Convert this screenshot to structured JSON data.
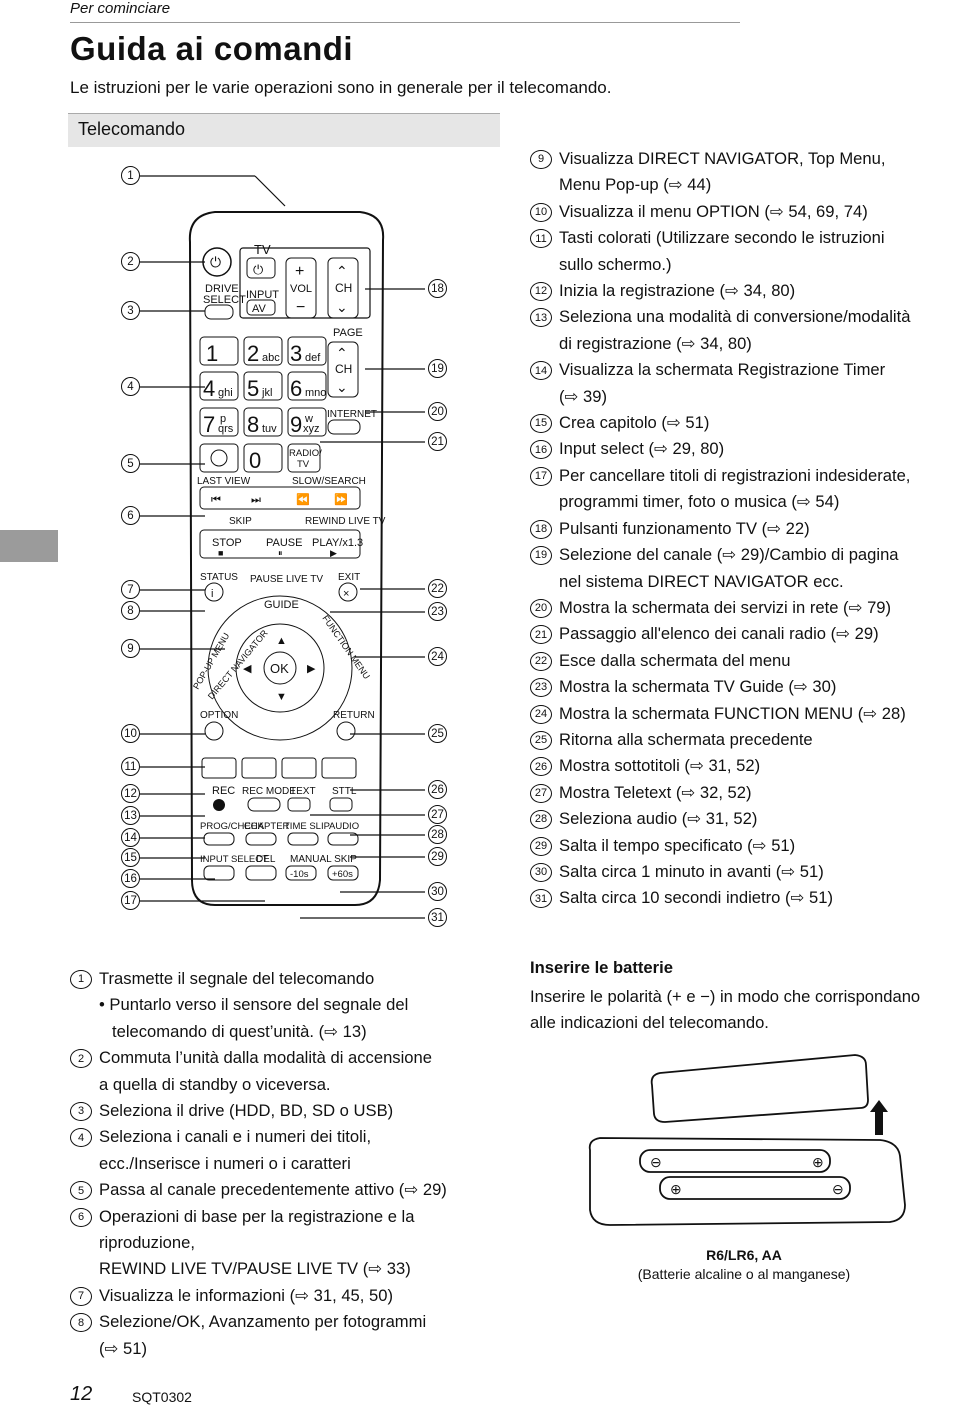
{
  "header": {
    "section": "Per cominciare",
    "title": "Guida ai comandi",
    "intro": "Le istruzioni per le varie operazioni sono in generale per il telecomando."
  },
  "section_title": "Telecomando",
  "remote": {
    "buttons": {
      "tv": "TV",
      "input": "INPUT",
      "av": "AV",
      "vol": "VOL",
      "ch": "CH",
      "drive": "DRIVE",
      "select": "SELECT",
      "page": "PAGE",
      "k1": "1",
      "k2": "2",
      "k2s": "abc",
      "k3": "3",
      "k3s": "def",
      "k4": "4",
      "k4s": "ghi",
      "k5": "5",
      "k5s": "jkl",
      "k6": "6",
      "k6s": "mno",
      "k7": "7",
      "k7s1": "p",
      "k7s2": "qrs",
      "k8": "8",
      "k8s": "tuv",
      "k9": "9",
      "k9s1": "w",
      "k9s2": "xyz",
      "k0": "0",
      "internet": "INTERNET",
      "radio": "RADIO/",
      "radio2": "TV",
      "last_view": "LAST VIEW",
      "slow_search": "SLOW/SEARCH",
      "skip": "SKIP",
      "rewind_live": "REWIND LIVE TV",
      "stop": "STOP",
      "pause": "PAUSE",
      "play": "PLAY/x1.3",
      "status": "STATUS",
      "pause_live": "PAUSE LIVE TV",
      "exit": "EXIT",
      "guide": "GUIDE",
      "popup_menu": "POP-UP MENU",
      "direct_nav": "DIRECT NAVIGATOR",
      "function_menu": "FUNCTION MENU",
      "ok": "OK",
      "option": "OPTION",
      "return": "RETURN",
      "rec": "REC",
      "rec_mode": "REC MODE",
      "text": "TEXT",
      "sttl": "STTL",
      "prog_check": "PROG/CHECK",
      "chapter": "CHAPTER",
      "time_slip": "TIME SLIP",
      "audio": "AUDIO",
      "input_select": "INPUT SELECT",
      "del": "DEL",
      "manual_skip": "MANUAL SKIP",
      "minus10": "-10s",
      "plus60": "+60s"
    },
    "callouts": [
      "1",
      "2",
      "3",
      "4",
      "5",
      "6",
      "7",
      "8",
      "9",
      "10",
      "11",
      "12",
      "13",
      "14",
      "15",
      "16",
      "17",
      "18",
      "19",
      "20",
      "21",
      "22",
      "23",
      "24",
      "25",
      "26",
      "27",
      "28",
      "29",
      "30",
      "31"
    ]
  },
  "right_list": [
    {
      "n": "9",
      "lines": [
        "Visualizza DIRECT NAVIGATOR, Top Menu,",
        "Menu Pop-up (⇨ 44)"
      ]
    },
    {
      "n": "10",
      "lines": [
        "Visualizza il menu OPTION (⇨ 54, 69, 74)"
      ]
    },
    {
      "n": "11",
      "lines": [
        "Tasti colorati (Utilizzare secondo le istruzioni",
        "sullo schermo.)"
      ]
    },
    {
      "n": "12",
      "lines": [
        "Inizia la registrazione (⇨ 34, 80)"
      ]
    },
    {
      "n": "13",
      "lines": [
        "Seleziona una modalità di conversione/modalità",
        "di registrazione (⇨ 34, 80)"
      ]
    },
    {
      "n": "14",
      "lines": [
        "Visualizza la schermata Registrazione Timer",
        "(⇨ 39)"
      ]
    },
    {
      "n": "15",
      "lines": [
        "Crea capitolo (⇨ 51)"
      ]
    },
    {
      "n": "16",
      "lines": [
        "Input select (⇨ 29, 80)"
      ]
    },
    {
      "n": "17",
      "lines": [
        "Per cancellare titoli di registrazioni indesiderate,",
        "programmi timer, foto o musica (⇨ 54)"
      ]
    },
    {
      "n": "18",
      "lines": [
        "Pulsanti funzionamento TV (⇨ 22)"
      ]
    },
    {
      "n": "19",
      "lines": [
        "Selezione del canale (⇨ 29)/Cambio di pagina",
        "nel sistema DIRECT NAVIGATOR ecc."
      ]
    },
    {
      "n": "20",
      "lines": [
        "Mostra la schermata dei servizi in rete (⇨ 79)"
      ]
    },
    {
      "n": "21",
      "lines": [
        "Passaggio all'elenco dei canali radio (⇨ 29)"
      ]
    },
    {
      "n": "22",
      "lines": [
        "Esce dalla schermata del menu"
      ]
    },
    {
      "n": "23",
      "lines": [
        "Mostra la schermata TV Guide (⇨ 30)"
      ]
    },
    {
      "n": "24",
      "lines": [
        "Mostra la schermata FUNCTION MENU (⇨ 28)"
      ]
    },
    {
      "n": "25",
      "lines": [
        "Ritorna alla schermata precedente"
      ]
    },
    {
      "n": "26",
      "lines": [
        "Mostra sottotitoli (⇨ 31, 52)"
      ]
    },
    {
      "n": "27",
      "lines": [
        "Mostra Teletext (⇨ 32, 52)"
      ]
    },
    {
      "n": "28",
      "lines": [
        "Seleziona audio (⇨ 31, 52)"
      ]
    },
    {
      "n": "29",
      "lines": [
        "Salta il tempo specificato (⇨ 51)"
      ]
    },
    {
      "n": "30",
      "lines": [
        "Salta circa 1 minuto in avanti (⇨ 51)"
      ]
    },
    {
      "n": "31",
      "lines": [
        "Salta circa 10 secondi indietro (⇨ 51)"
      ]
    }
  ],
  "left_list": [
    {
      "n": "1",
      "lines": [
        "Trasmette il segnale del telecomando"
      ]
    },
    {
      "n": "",
      "bullet": [
        "• Puntarlo verso il sensore del segnale del",
        "telecomando di quest’unità. (⇨ 13)"
      ]
    },
    {
      "n": "2",
      "lines": [
        "Commuta l’unità dalla modalità di accensione",
        "a quella di standby o viceversa."
      ]
    },
    {
      "n": "3",
      "lines": [
        "Seleziona il drive (HDD, BD, SD o USB)"
      ]
    },
    {
      "n": "4",
      "lines": [
        "Seleziona i canali e i numeri dei titoli,",
        "ecc./Inserisce i numeri o i caratteri"
      ]
    },
    {
      "n": "5",
      "lines": [
        "Passa al canale precedentemente attivo (⇨ 29)"
      ]
    },
    {
      "n": "6",
      "lines": [
        "Operazioni di base per la registrazione e la",
        "riproduzione,",
        "REWIND LIVE TV/PAUSE LIVE TV (⇨ 33)"
      ]
    },
    {
      "n": "7",
      "lines": [
        "Visualizza le informazioni (⇨ 31, 45, 50)"
      ]
    },
    {
      "n": "8",
      "lines": [
        "Selezione/OK, Avanzamento per fotogrammi",
        "(⇨ 51)"
      ]
    }
  ],
  "battery": {
    "title": "Inserire le batterie",
    "text": "Inserire le polarità (+ e −) in modo che corrispondano alle indicazioni del telecomando.",
    "label_type": "R6/LR6, AA",
    "label_desc": "(Batterie alcaline o al manganese)"
  },
  "footer": {
    "page_number": "12",
    "code": "SQT0302"
  }
}
